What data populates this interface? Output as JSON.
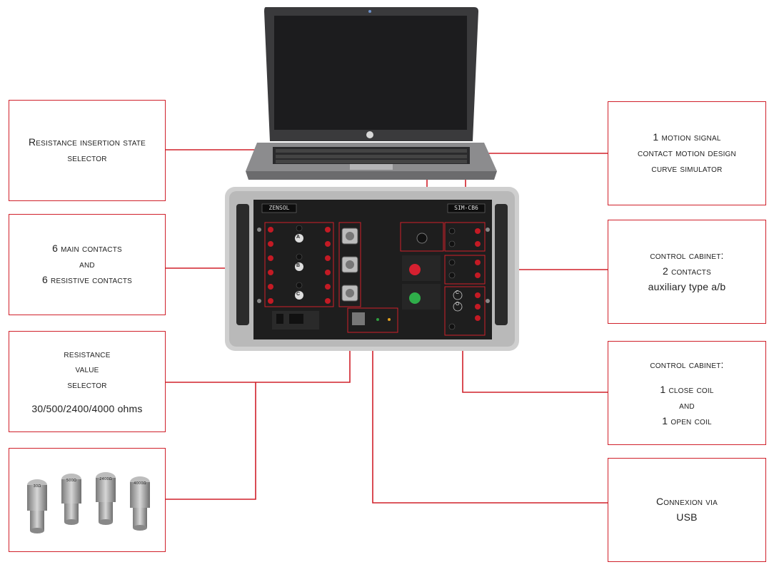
{
  "labels": {
    "resistance_insertion": [
      "Resistance insertion state",
      "selector"
    ],
    "main_contacts": [
      "6 main contacts",
      "and",
      "6 resistive contacts"
    ],
    "resistance_value": [
      "resistance",
      "value",
      "selector",
      "",
      "30/500/2400/4000 ohms"
    ],
    "motion_signal": [
      "1 motion signal",
      "contact motion design",
      "curve simulator"
    ],
    "control_cabinet_contacts": [
      "control cabinet:",
      "2 contacts",
      "auxiliary type a/b"
    ],
    "control_cabinet_coils": [
      "control cabinet:",
      "",
      "1 close coil",
      "and",
      "1 open coil"
    ],
    "usb": [
      "Connexion via",
      "USB"
    ]
  },
  "device": {
    "brand": "ZENSOL",
    "model": "SIM-CB6",
    "terminal_letters": [
      "A",
      "B",
      "C"
    ],
    "coil_letters": [
      "C",
      "O"
    ]
  },
  "resistor_plugs": [
    "30Ω",
    "500Ω",
    "2400Ω",
    "4000Ω"
  ],
  "colors": {
    "accent": "#d0202a",
    "panel": "#1e1e1e",
    "case": "#c9c9c9",
    "terminal": "#c41a24"
  }
}
